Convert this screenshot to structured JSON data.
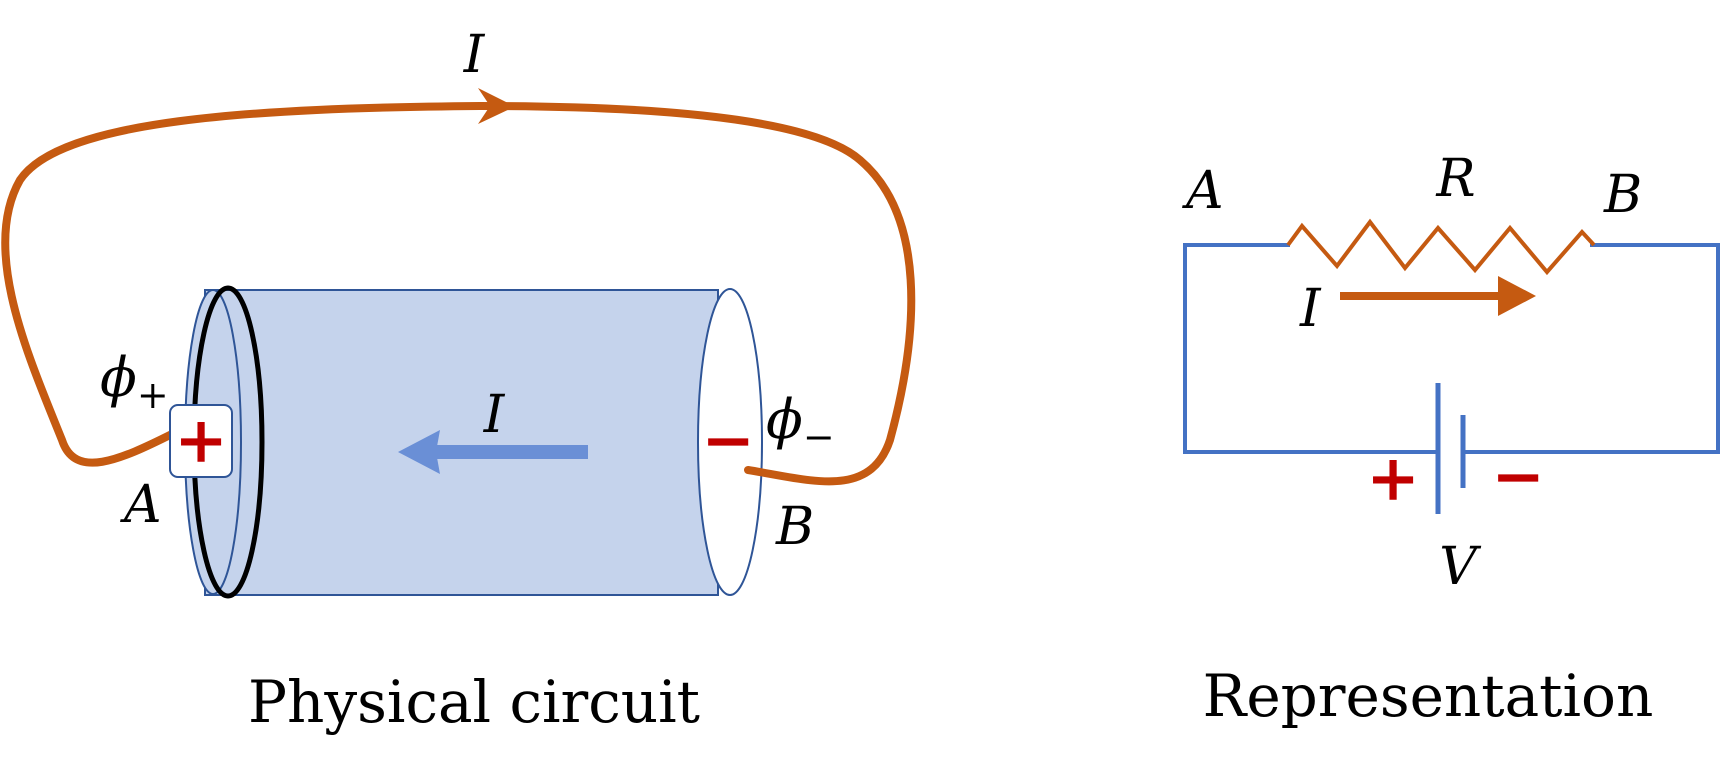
{
  "colors": {
    "wire": "#C55A11",
    "circuit_wire": "#4472C4",
    "cylinder_fill": "#C5D3EC",
    "arrow_blue": "#6A8FD6",
    "sign_red": "#C00000",
    "outline": "#000000"
  },
  "physical": {
    "current_top_label": "I",
    "current_inside_label": "I",
    "phi_plus": "ϕ",
    "phi_plus_sub": "+",
    "phi_minus": "ϕ",
    "phi_minus_sub": "−",
    "plus_sign": "+",
    "minus_sign": "−",
    "node_a": "A",
    "node_b": "B",
    "caption": "Physical circuit"
  },
  "representation": {
    "node_a": "A",
    "node_b": "B",
    "resistor_label": "R",
    "current_label": "I",
    "battery_label": "V",
    "plus_sign": "+",
    "minus_sign": "−",
    "caption": "Representation"
  }
}
